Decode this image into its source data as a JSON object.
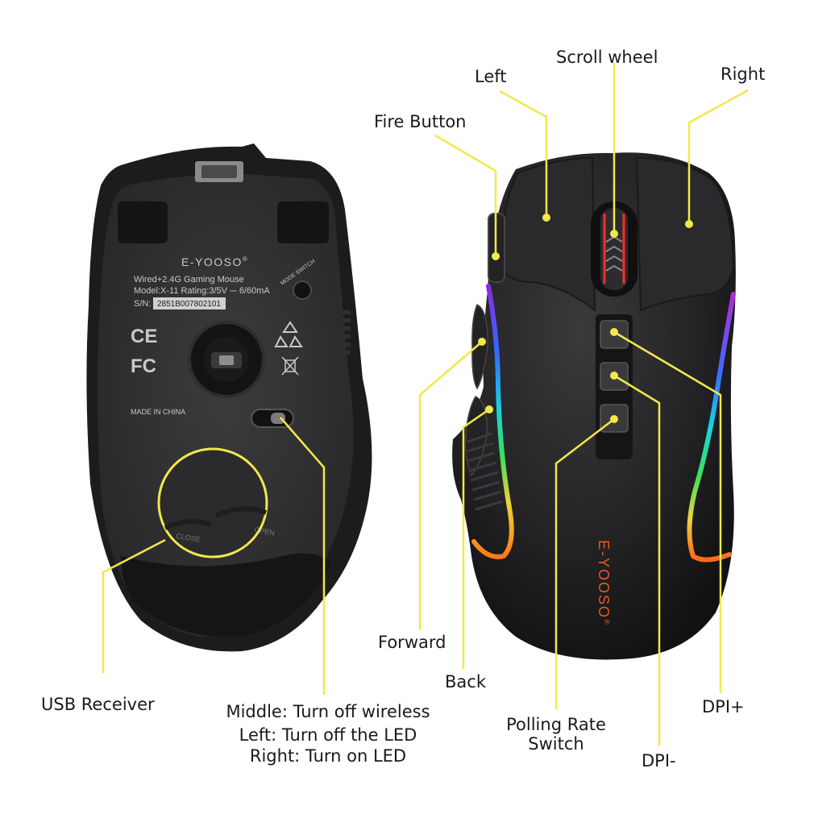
{
  "accent": "#f3e84a",
  "bottom_view": {
    "brand": "E-YOOSO",
    "brand_mark": "®",
    "mode_switch_label": "MODE SWITCH",
    "spec_line1": "Wired+2.4G Gaming Mouse",
    "spec_line2": "Model:X-11   Rating:3/5V ⎓ 6/60mA",
    "serial_label": "S/N:",
    "serial_number": "2851B007802101",
    "ce_mark": "CE",
    "fc_mark": "FC",
    "made_in": "MADE IN CHINA",
    "cover_close": "CLOSE",
    "cover_open": "OPEN"
  },
  "top_view": {
    "brand": "E-YOOSO",
    "brand_mark": "®"
  },
  "labels": {
    "scroll_wheel": "Scroll wheel",
    "left": "Left",
    "right": "Right",
    "fire_button": "Fire Button",
    "forward": "Forward",
    "back": "Back",
    "usb_receiver": "USB Receiver",
    "switch_line1": "Middle: Turn off wireless",
    "switch_line2": "Left: Turn off the LED",
    "switch_line3": "Right: Turn on LED",
    "polling_line1": "Polling Rate",
    "polling_line2": "Switch",
    "dpi_plus": "DPI+",
    "dpi_minus": "DPI-"
  }
}
